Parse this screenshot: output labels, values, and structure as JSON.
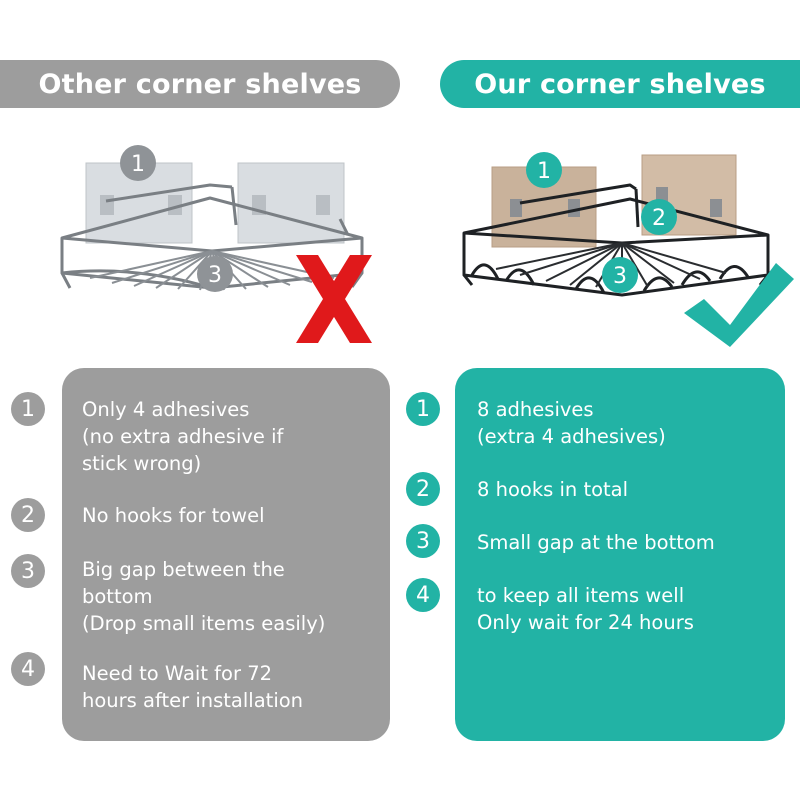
{
  "left": {
    "banner": "Other corner shelves",
    "callouts": [
      "1",
      "3"
    ],
    "items": [
      {
        "num": "1",
        "lines": [
          "Only 4 adhesives",
          "(no extra adhesive if",
          "stick wrong)"
        ]
      },
      {
        "num": "2",
        "lines": [
          "No hooks for towel"
        ]
      },
      {
        "num": "3",
        "lines": [
          "Big gap between the",
          "bottom",
          "(Drop small items easily)"
        ]
      },
      {
        "num": "4",
        "lines": [
          "Need to Wait for 72",
          "hours after installation"
        ]
      }
    ]
  },
  "right": {
    "banner": "Our corner shelves",
    "callouts": [
      "1",
      "2",
      "3"
    ],
    "items": [
      {
        "num": "1",
        "lines": [
          "8 adhesives",
          "(extra 4 adhesives)"
        ]
      },
      {
        "num": "2",
        "lines": [
          "8 hooks in total"
        ]
      },
      {
        "num": "3",
        "lines": [
          "Small gap at the bottom"
        ]
      },
      {
        "num": "4",
        "lines": [
          "to keep all items well",
          "Only wait for 24 hours"
        ]
      }
    ]
  },
  "colors": {
    "gray": "#9d9d9d",
    "teal": "#22b3a5",
    "cross": "#e0191b",
    "check": "#22b3a5"
  },
  "icons": {
    "left_mark": "cross-icon",
    "right_mark": "checkmark-icon"
  }
}
